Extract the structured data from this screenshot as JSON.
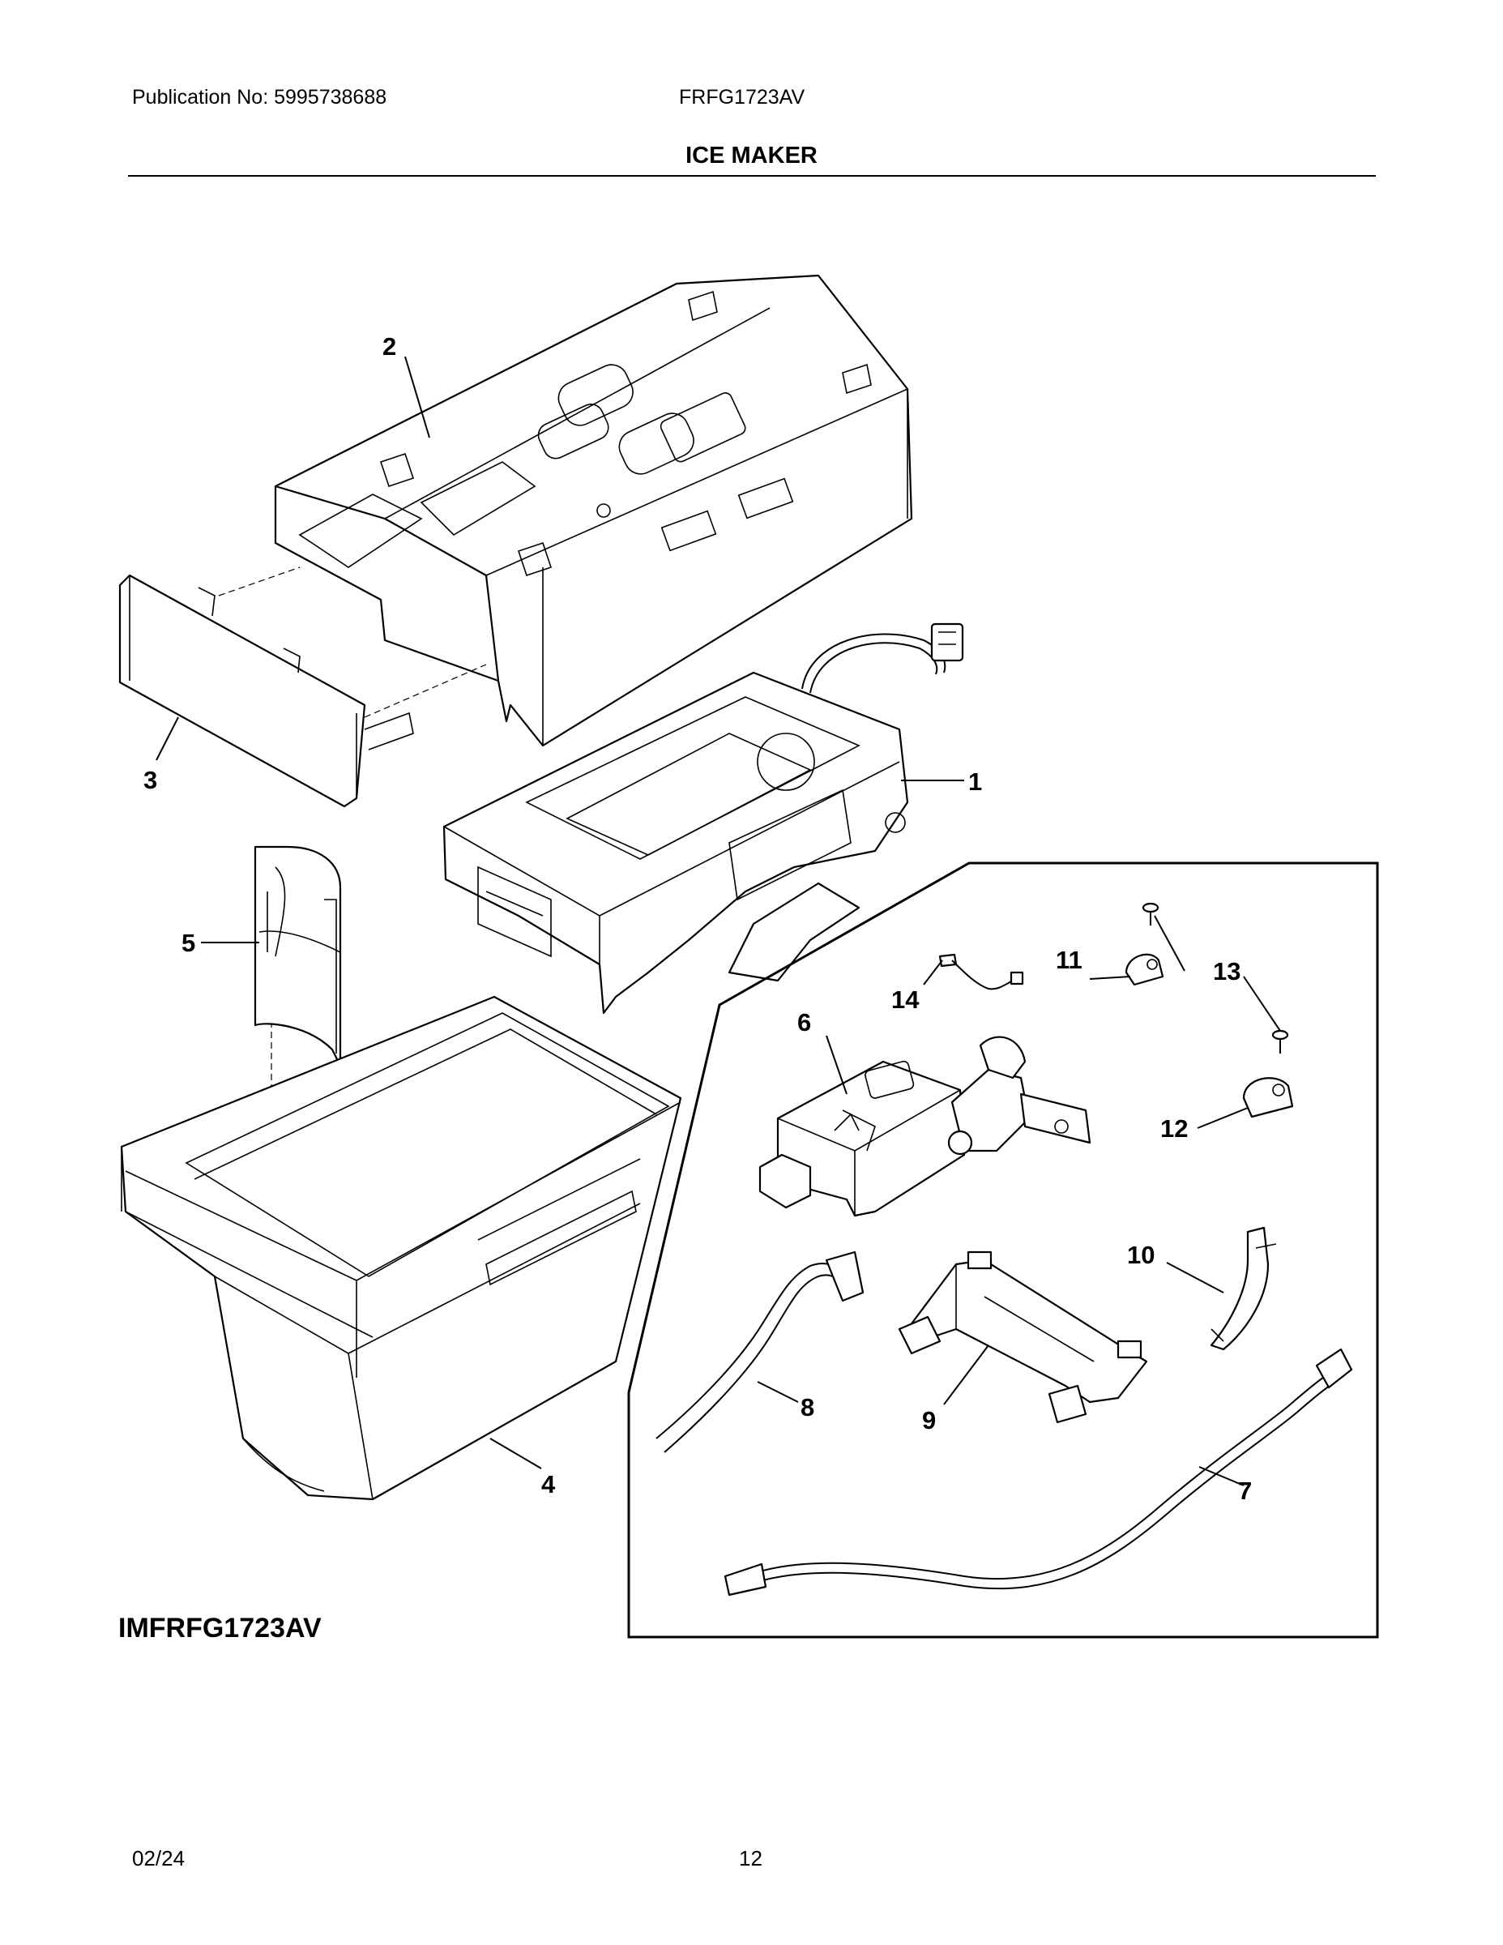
{
  "header": {
    "publication": "Publication No: 5995738688",
    "model": "FRFG1723AV",
    "title": "ICE MAKER"
  },
  "diagram_code": "IMFRFG1723AV",
  "callouts": [
    "1",
    "2",
    "3",
    "4",
    "5",
    "6",
    "7",
    "8",
    "9",
    "10",
    "11",
    "12",
    "13",
    "14"
  ],
  "footer": {
    "date": "02/24",
    "page": "12"
  }
}
